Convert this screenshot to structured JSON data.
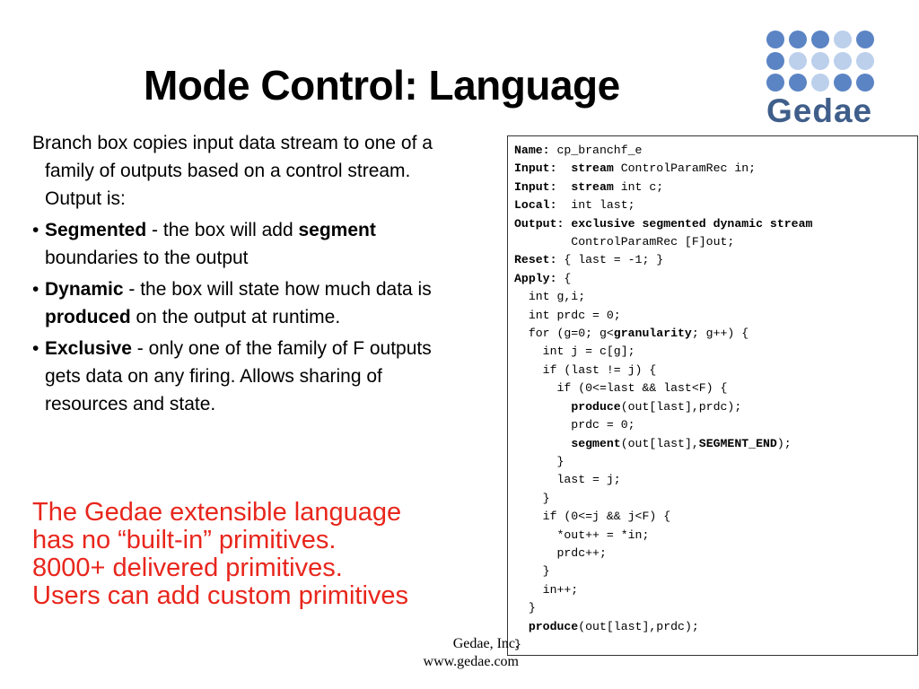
{
  "slide": {
    "title": "Mode Control: Language",
    "logo": {
      "wordmark": "Gedae",
      "dot_colors": [
        "#5b84c4",
        "#5b84c4",
        "#5b84c4",
        "#bcd0ec",
        "#5b84c4",
        "#5b84c4",
        "#bcd0ec",
        "#bcd0ec",
        "#bcd0ec",
        "#bcd0ec",
        "#5b84c4",
        "#5b84c4",
        "#bcd0ec",
        "#5b84c4",
        "#5b84c4"
      ]
    },
    "intro_text": "Branch box copies input data stream to one of a family of outputs based on a control stream.  Output is:",
    "bullets": [
      {
        "bullet": "•",
        "term": "Segmented",
        "sep": " -  the box will add ",
        "term2": "segment",
        "rest": " boundaries to the output"
      },
      {
        "bullet": "•",
        "term": "Dynamic",
        "sep": " -  the box will state how much data is ",
        "term2": "produced",
        "rest": " on the output at runtime."
      },
      {
        "bullet": "•",
        "term": "Exclusive",
        "sep": " - only one of the family of F outputs gets data on any firing. Allows sharing of resources and state.",
        "term2": "",
        "rest": ""
      }
    ],
    "red_lines": [
      "The Gedae extensible language",
      "has no “built-in” primitives.",
      "8000+ delivered primitives.",
      "Users can add custom primitives"
    ],
    "code_lines": [
      [
        {
          "t": "Name:",
          "b": true
        },
        {
          "t": " cp_branchf_e",
          "b": false
        }
      ],
      [
        {
          "t": "Input:",
          "b": true
        },
        {
          "t": "  ",
          "b": false
        },
        {
          "t": "stream",
          "b": true
        },
        {
          "t": " ControlParamRec in;",
          "b": false
        }
      ],
      [
        {
          "t": "Input:",
          "b": true
        },
        {
          "t": "  ",
          "b": false
        },
        {
          "t": "stream",
          "b": true
        },
        {
          "t": " int c;",
          "b": false
        }
      ],
      [
        {
          "t": "Local:",
          "b": true
        },
        {
          "t": "  int last;",
          "b": false
        }
      ],
      [
        {
          "t": "Output:",
          "b": true
        },
        {
          "t": " ",
          "b": false
        },
        {
          "t": "exclusive segmented dynamic stream",
          "b": true
        }
      ],
      [
        {
          "t": "        ControlParamRec [F]out;",
          "b": false
        }
      ],
      [
        {
          "t": "Reset:",
          "b": true
        },
        {
          "t": " { last = -1; }",
          "b": false
        }
      ],
      [
        {
          "t": "Apply:",
          "b": true
        },
        {
          "t": " {",
          "b": false
        }
      ],
      [
        {
          "t": "  int g,i;",
          "b": false
        }
      ],
      [
        {
          "t": "  int prdc = 0;",
          "b": false
        }
      ],
      [
        {
          "t": "  for (g=0; g<",
          "b": false
        },
        {
          "t": "granularity",
          "b": true
        },
        {
          "t": "; g++) {",
          "b": false
        }
      ],
      [
        {
          "t": "    int j = c[g];",
          "b": false
        }
      ],
      [
        {
          "t": "    if (last != j) {",
          "b": false
        }
      ],
      [
        {
          "t": "      if (0<=last && last<F) {",
          "b": false
        }
      ],
      [
        {
          "t": "        ",
          "b": false
        },
        {
          "t": "produce",
          "b": true
        },
        {
          "t": "(out[last],prdc);",
          "b": false
        }
      ],
      [
        {
          "t": "        prdc = 0;",
          "b": false
        }
      ],
      [
        {
          "t": "        ",
          "b": false
        },
        {
          "t": "segment",
          "b": true
        },
        {
          "t": "(out[last],",
          "b": false
        },
        {
          "t": "SEGMENT_END",
          "b": true
        },
        {
          "t": ");",
          "b": false
        }
      ],
      [
        {
          "t": "      }",
          "b": false
        }
      ],
      [
        {
          "t": "      last = j;",
          "b": false
        }
      ],
      [
        {
          "t": "    }",
          "b": false
        }
      ],
      [
        {
          "t": "    if (0<=j && j<F) {",
          "b": false
        }
      ],
      [
        {
          "t": "      *out++ = *in;",
          "b": false
        }
      ],
      [
        {
          "t": "      prdc++;",
          "b": false
        }
      ],
      [
        {
          "t": "    }",
          "b": false
        }
      ],
      [
        {
          "t": "    in++;",
          "b": false
        }
      ],
      [
        {
          "t": "  }",
          "b": false
        }
      ],
      [
        {
          "t": "  ",
          "b": false
        },
        {
          "t": "produce",
          "b": true
        },
        {
          "t": "(out[last],prdc);",
          "b": false
        }
      ],
      [
        {
          "t": "}",
          "b": false
        }
      ]
    ],
    "footer": {
      "company": "Gedae, Inc.",
      "url": "www.gedae.com"
    }
  }
}
